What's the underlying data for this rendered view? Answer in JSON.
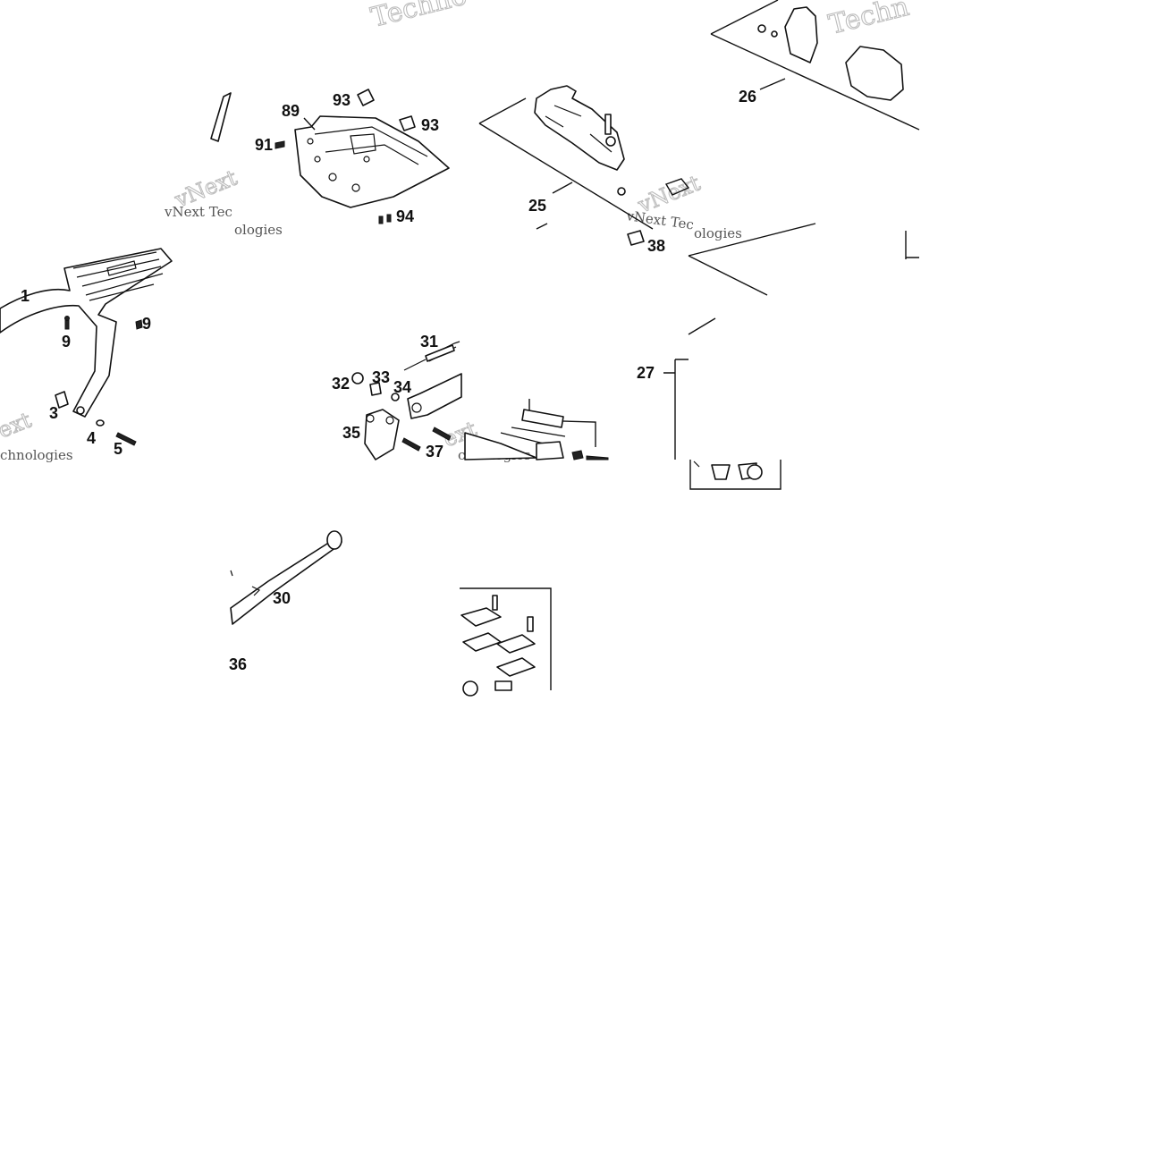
{
  "diagram": {
    "watermark": {
      "brand_word": "Techno",
      "brand_word_alt": "Techn",
      "full": "vNext Tec",
      "tail": "ologies",
      "tail2": "chnologies",
      "prefix": "vNext",
      "short": "ext"
    },
    "callouts": {
      "c1": "1",
      "c3": "3",
      "c4": "4",
      "c5": "5",
      "c9a": "9",
      "c9b": "9",
      "c25": "25",
      "c26": "26",
      "c27": "27",
      "c30": "30",
      "c31": "31",
      "c32": "32",
      "c33": "33",
      "c34": "34",
      "c35": "35",
      "c36": "36",
      "c37": "37",
      "c38": "38",
      "c89": "89",
      "c91": "91",
      "c93a": "93",
      "c93b": "93",
      "c94": "94"
    }
  }
}
